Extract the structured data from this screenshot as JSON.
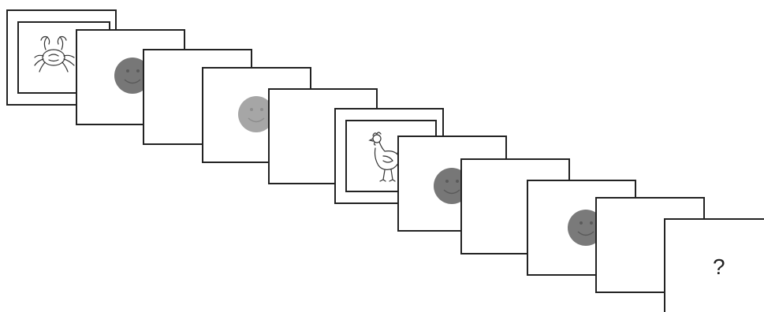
{
  "sequence": [
    {
      "kind": "picture",
      "subject": "crab-icon",
      "double_frame": true
    },
    {
      "kind": "smiley",
      "tone": "dark",
      "color": "#777777"
    },
    {
      "kind": "blank"
    },
    {
      "kind": "smiley",
      "tone": "light",
      "color": "#a6a6a6"
    },
    {
      "kind": "blank"
    },
    {
      "kind": "picture",
      "subject": "chicken-icon",
      "double_frame": true
    },
    {
      "kind": "smiley",
      "tone": "dark",
      "color": "#777777"
    },
    {
      "kind": "blank"
    },
    {
      "kind": "smiley",
      "tone": "dark",
      "color": "#7a7a7a"
    },
    {
      "kind": "blank"
    },
    {
      "kind": "question",
      "text": "?"
    }
  ],
  "colors": {
    "frame": "#222222",
    "card_fill": "#ffffff",
    "smiley_dark": "#777777",
    "smiley_light": "#a6a6a6",
    "line_art": "#333333"
  }
}
